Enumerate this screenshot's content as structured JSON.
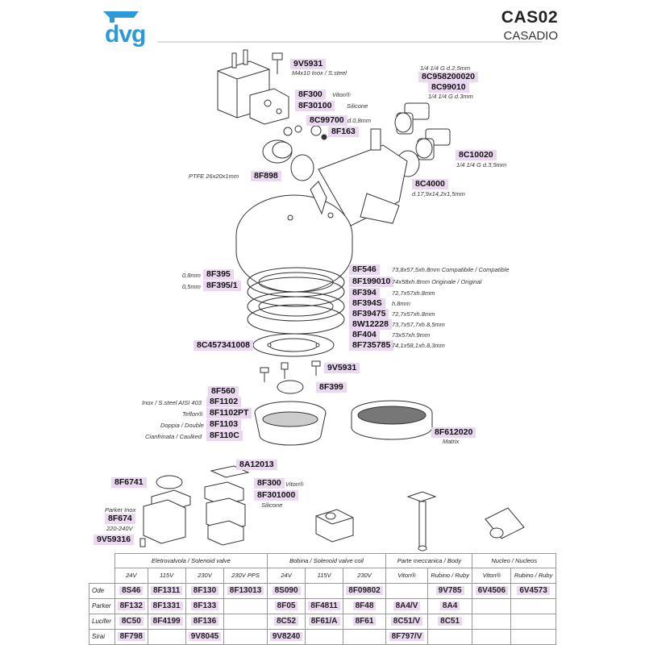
{
  "header": {
    "model_code": "CAS02",
    "model_name": "CASADIO",
    "logo_text": "dvg"
  },
  "callouts": {
    "c_9V5931_top": "9V5931",
    "n_9V5931_top": "M4x10 Inox / S.steel",
    "n_8C958_a": "1/4 1/4 G d.2,5mm",
    "c_8C958200020": "8C958200020",
    "c_8C99010": "8C99010",
    "n_8C99010": "1/4 1/4 G d.3mm",
    "c_8F300_top": "8F300",
    "n_8F300_top": "Viton®",
    "c_8F30100": "8F30100",
    "n_8F30100": "Silicone",
    "c_8C99700": "8C99700",
    "n_8C99700": "d.0,8mm",
    "c_8F163": "8F163",
    "c_8C10020": "8C10020",
    "n_8C10020": "1/4 1/4 G d.3,5mm",
    "n_8F898": "PTFE 26x20x1mm",
    "c_8F898": "8F898",
    "c_8C4000": "8C4000",
    "n_8C4000": "d.17,9x14,2x1,5mm",
    "n_8F395": "0,8mm",
    "c_8F395": "8F395",
    "n_8F395_1": "0,5mm",
    "c_8F395_1": "8F395/1",
    "c_8F546": "8F546",
    "n_8F546": "73,8x57,5xh.8mm Compatibile / Compatible",
    "c_8F199010": "8F199010",
    "n_8F199010": "74x58xh.8mm Originale / Original",
    "c_8F394": "8F394",
    "n_8F394": "72,7x57xh.8mm",
    "c_8F394S": "8F394S",
    "n_8F394S": "h.8mm",
    "c_8F39475": "8F39475",
    "n_8F39475": "72,7x57xh.8mm",
    "c_8W12228": "8W12228",
    "n_8W12228": "73,7x57,7xh.8,5mm",
    "c_8F404": "8F404",
    "n_8F404": "73x57xh.9mm",
    "c_8F735785": "8F735785",
    "n_8F735785": "74,1x58,1xh.8,3mm",
    "c_8C457341008": "8C457341008",
    "c_9V5931_mid": "9V5931",
    "c_8F399": "8F399",
    "c_8F560": "8F560",
    "n_8F1102": "Inox / S.steel AISI 403",
    "c_8F1102": "8F1102",
    "n_8F1102PT": "Teflon®",
    "c_8F1102PT": "8F1102PT",
    "n_8F1103": "Doppia / Double",
    "c_8F1103": "8F1103",
    "n_8F110C": "Cianfrinata / Caulked",
    "c_8F110C": "8F110C",
    "c_8F612020": "8F612020",
    "n_8F612020": "Matrix",
    "c_8A12013": "8A12013",
    "c_8F6741": "8F6741",
    "c_8F300_low": "8F300",
    "n_8F300_low": "Viton®",
    "c_8F301000": "8F301000",
    "n_8F301000": "Silicone",
    "n_8F674_a": "Parker Inox",
    "c_8F674": "8F674",
    "n_8F674_b": "220-240V",
    "c_9V59316": "9V59316"
  },
  "table": {
    "groups": [
      "Eletrovalvola / Solenoid valve",
      "Bobina / Solenoid valve coil",
      "Parte meccanica / Body",
      "Nucleo / Nucleos"
    ],
    "subheaders": [
      "24V",
      "115V",
      "230V",
      "230V PPS",
      "24V",
      "115V",
      "230V",
      "Viton®",
      "Rubino / Ruby",
      "Viton®",
      "Rubino / Ruby"
    ],
    "rows": [
      {
        "label": "Ode",
        "cells": [
          "8S46",
          "8F1311",
          "8F130",
          "8F13013",
          "8S090",
          "",
          "8F09802",
          "",
          "9V785",
          "6V4506",
          "6V4573"
        ]
      },
      {
        "label": "Parker",
        "cells": [
          "8F132",
          "8F1331",
          "8F133",
          "",
          "8F05",
          "8F4811",
          "8F48",
          "8A4/V",
          "8A4",
          "",
          ""
        ]
      },
      {
        "label": "Lucifer",
        "cells": [
          "8C50",
          "8F4199",
          "8F136",
          "",
          "8C52",
          "8F61/A",
          "8F61",
          "8C51/V",
          "8C51",
          "",
          ""
        ]
      },
      {
        "label": "Sirai",
        "cells": [
          "8F798",
          "",
          "9V8045",
          "",
          "9V8240",
          "",
          "",
          "8F797/V",
          "",
          "",
          ""
        ]
      }
    ]
  }
}
